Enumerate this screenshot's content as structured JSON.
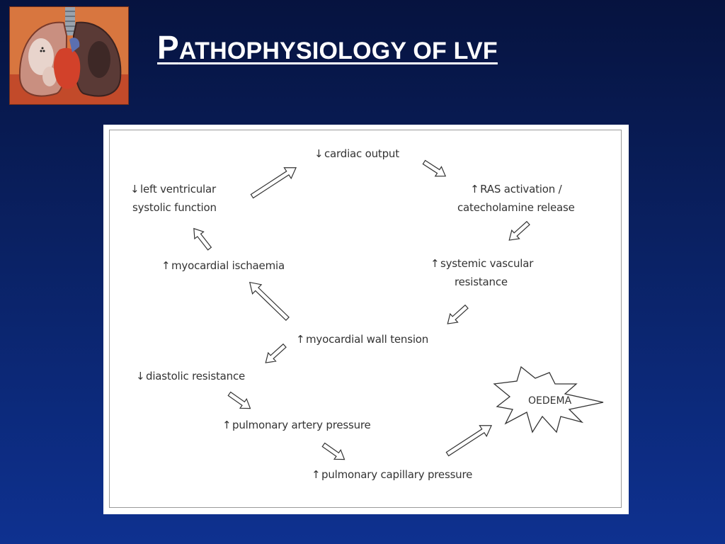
{
  "title": {
    "first_letter": "P",
    "rest": "ATHOPHYSIOLOGY OF LVF"
  },
  "icons": {
    "decrease": "↓",
    "increase": "↑"
  },
  "nodes": {
    "cardiac_output": {
      "arrow": "↓",
      "label": "cardiac output"
    },
    "lv_systolic": {
      "arrow": "↓",
      "line1": "left ventricular",
      "line2": "systolic function"
    },
    "ras": {
      "arrow": "↑",
      "line1": "RAS activation /",
      "line2": "catecholamine release"
    },
    "myocardial_ischaemia": {
      "arrow": "↑",
      "label": "myocardial ischaemia"
    },
    "svr": {
      "arrow": "↑",
      "line1": "systemic vascular",
      "line2": "resistance"
    },
    "wall_tension": {
      "arrow": "↑",
      "label": "myocardial wall tension"
    },
    "diastolic_resistance": {
      "arrow": "↓",
      "label": "diastolic resistance"
    },
    "pulmonary_artery": {
      "arrow": "↑",
      "label": "pulmonary artery pressure"
    },
    "pulmonary_capillary": {
      "arrow": "↑",
      "label": "pulmonary capillary pressure"
    },
    "oedema": {
      "label": "OEDEMA"
    }
  },
  "colors": {
    "title": "#ffffff",
    "panel": "#ffffff",
    "text": "#333333",
    "background_top": "#06133f",
    "background_bottom": "#0e3190"
  }
}
